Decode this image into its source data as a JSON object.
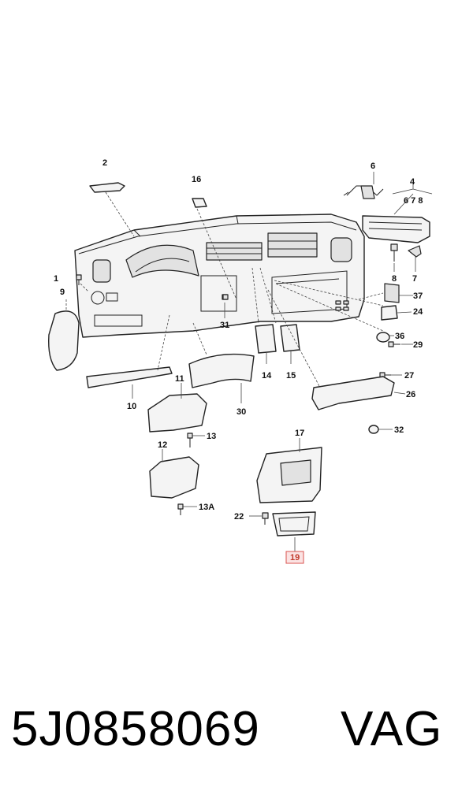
{
  "callouts": [
    "1",
    "2",
    "4",
    "6",
    "7",
    "8",
    "9",
    "10",
    "11",
    "12",
    "13",
    "13A",
    "14",
    "15",
    "16",
    "17",
    "19",
    "22",
    "24",
    "26",
    "27",
    "29",
    "30",
    "31",
    "32",
    "36",
    "37"
  ],
  "callout_group": "6 7 8",
  "footer": {
    "part_number": "5J0858069",
    "brand": "VAG"
  }
}
